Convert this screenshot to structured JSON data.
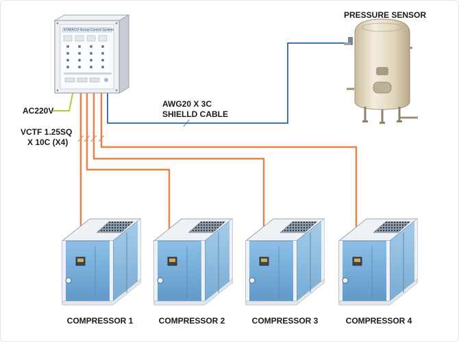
{
  "labels": {
    "pressure_sensor": "PRESSURE SENSOR",
    "power": "AC220V",
    "signal_cable_line1": "AWG20 X 3C",
    "signal_cable_line2": "SHIELLD CABLE",
    "control_cable_line1": "VCTF 1.25SQ",
    "control_cable_line2": "X 10C (X4)"
  },
  "controller": {
    "panel_title": "KOMACO  Group Control System"
  },
  "compressors": [
    {
      "label": "COMPRESSOR 1"
    },
    {
      "label": "COMPRESSOR 2"
    },
    {
      "label": "COMPRESSOR 3"
    },
    {
      "label": "COMPRESSOR 4"
    }
  ],
  "colors": {
    "control_cable": "#e8804a",
    "signal_cable": "#3f6fc2",
    "power_line": "#b8c832",
    "compressor_body": "#7aaed6",
    "compressor_frame": "#eef2f6",
    "tank": "#e7dcc6"
  }
}
